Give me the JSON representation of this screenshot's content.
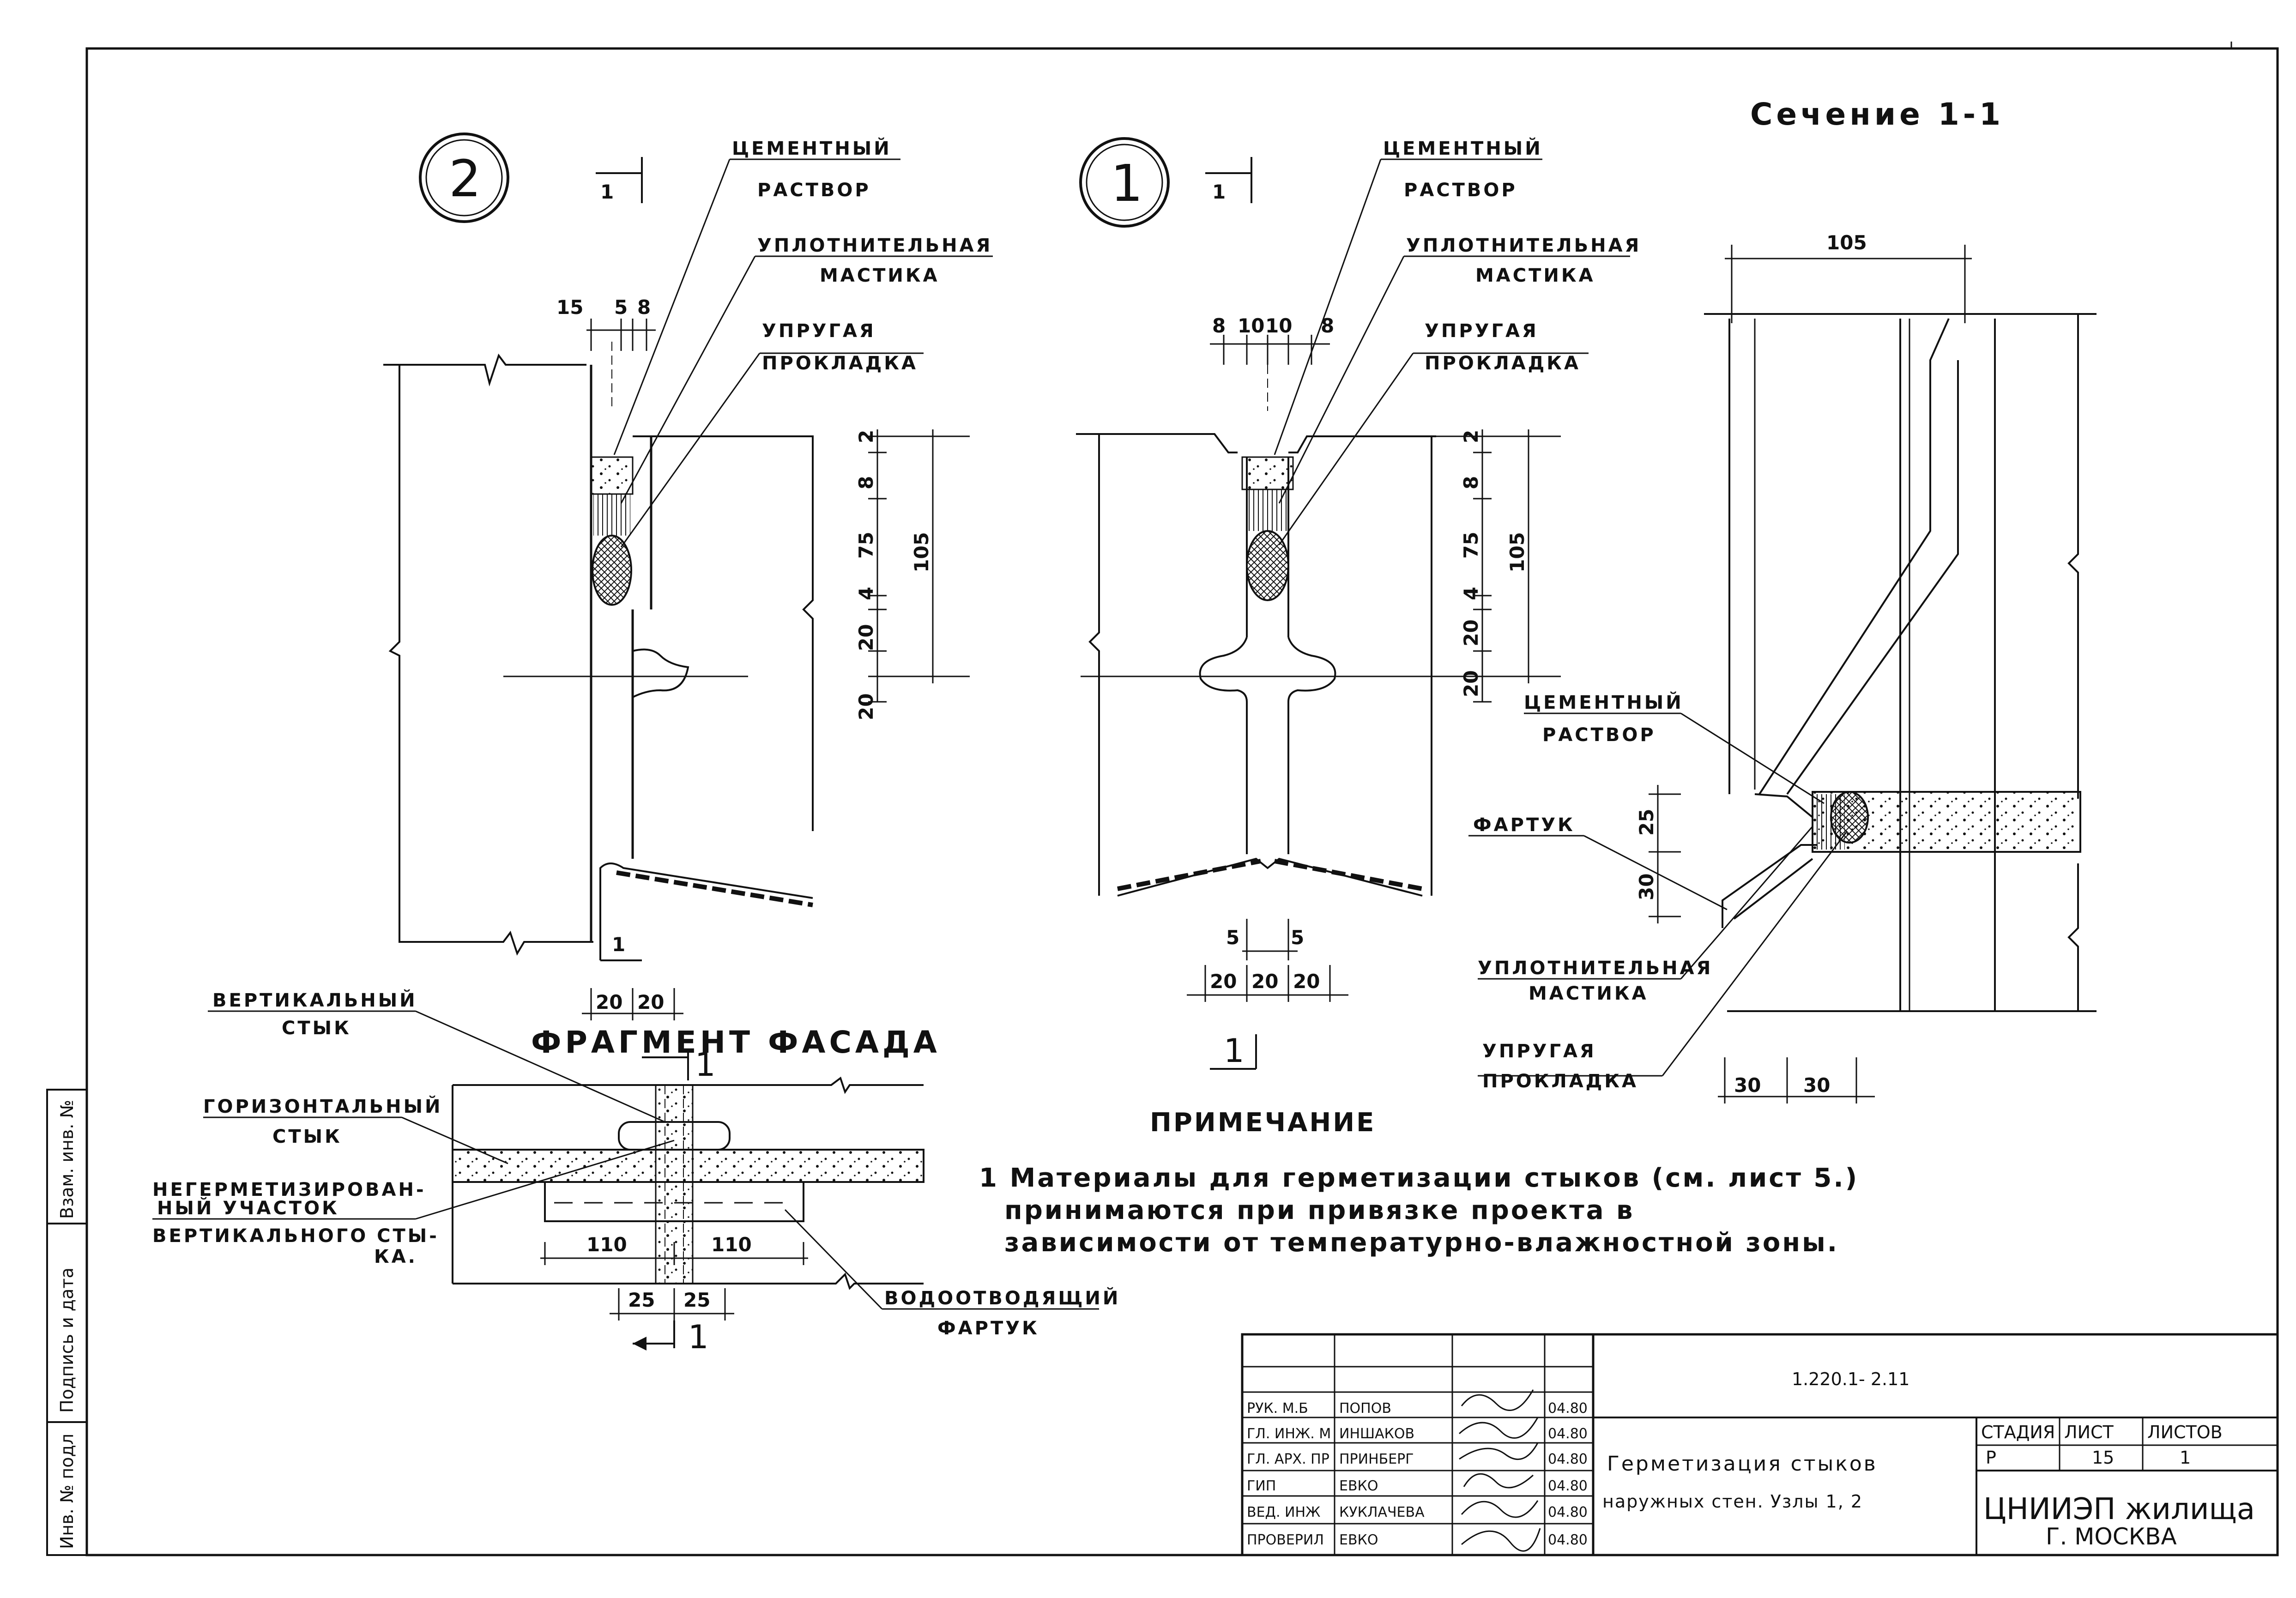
{
  "section_title": "Сечение 1-1",
  "node2": {
    "number": "2",
    "cut_mark_top": "1",
    "cut_mark_bottom": "1",
    "labels": {
      "mortar_1": "ЦЕМЕНТНЫЙ",
      "mortar_2": "РАСТВОР",
      "mastic_1": "УПЛОТНИТЕЛЬНАЯ",
      "mastic_2": "МАСТИКА",
      "gasket_1": "УПРУГАЯ",
      "gasket_2": "ПРОКЛАДКА"
    },
    "dims_top": [
      "15",
      "5",
      "8"
    ],
    "dims_right": [
      "2",
      "8",
      "75",
      "4",
      "20",
      "20",
      "105"
    ],
    "dims_bottom": [
      "20",
      "20"
    ]
  },
  "node1": {
    "number": "1",
    "cut_mark_top": "1",
    "cut_mark_bottom": "1",
    "labels": {
      "mortar_1": "ЦЕМЕНТНЫЙ",
      "mortar_2": "РАСТВОР",
      "mastic_1": "УПЛОТНИТЕЛЬНАЯ",
      "mastic_2": "МАСТИКА",
      "gasket_1": "УПРУГАЯ",
      "gasket_2": "ПРОКЛАДКА"
    },
    "dims_top": [
      "8",
      "10",
      "10",
      "8"
    ],
    "dims_right": [
      "2",
      "8",
      "75",
      "4",
      "20",
      "20",
      "105"
    ],
    "dims_bottom_small": [
      "5",
      "5"
    ],
    "dims_bottom": [
      "20",
      "20",
      "20"
    ]
  },
  "section": {
    "dims_top": "105",
    "dims_left": [
      "25",
      "30"
    ],
    "dims_bottom": [
      "30",
      "30"
    ],
    "labels": {
      "mortar_1": "ЦЕМЕНТНЫЙ",
      "mortar_2": "РАСТВОР",
      "apron": "ФАРТУК",
      "mastic_1": "УПЛОТНИТЕЛЬНАЯ",
      "mastic_2": "МАСТИКА",
      "gasket_1": "УПРУГАЯ",
      "gasket_2": "ПРОКЛАДКА"
    }
  },
  "facade": {
    "title": "ФРАГМЕНТ ФАСАДА",
    "cut_mark_top": "1",
    "cut_mark_bottom": "1",
    "labels": {
      "vertical_1": "ВЕРТИКАЛЬНЫЙ",
      "vertical_2": "СТЫК",
      "horizontal_1": "ГОРИЗОНТАЛЬНЫЙ",
      "horizontal_2": "СТЫК",
      "unsealed_1": "НЕГЕРМЕТИЗИРОВАН-",
      "unsealed_2": "НЫЙ УЧАСТОК",
      "unsealed_3": "ВЕРТИКАЛЬНОГО СТЫ-",
      "unsealed_4": "КА.",
      "drain_1": "ВОДООТВОДЯЩИЙ",
      "drain_2": "ФАРТУК"
    },
    "dims": [
      "110",
      "110",
      "25",
      "25"
    ]
  },
  "note": {
    "title": "ПРИМЕЧАНИЕ",
    "line1": "1 Материалы для герметизации стыков (см. лист 5.)",
    "line2": "принимаются при привязке проекта в",
    "line3": "зависимости от температурно-влажностной зоны."
  },
  "side_stamp": {
    "inv_podl": "Инв. № подл",
    "sign_date": "Подпись и дата",
    "vzam": "Взам. инв. №"
  },
  "title_block": {
    "doc_code": "1.220.1- 2.11",
    "rows": [
      {
        "role": "РУК. М.Б",
        "name": "ПОПОВ",
        "date": "04.80"
      },
      {
        "role": "ГЛ. ИНЖ. М",
        "name": "ИНШАКОВ",
        "date": "04.80"
      },
      {
        "role": "ГЛ. АРХ. ПР",
        "name": "ПРИНБЕРГ",
        "date": "04.80"
      },
      {
        "role": "ГИП",
        "name": "ЕВКО",
        "date": "04.80"
      },
      {
        "role": "ВЕД. ИНЖ",
        "name": "КУКЛАЧЕВА",
        "date": "04.80"
      },
      {
        "role": "ПРОВЕРИЛ",
        "name": "ЕВКО",
        "date": "04.80"
      }
    ],
    "sheet_title_1": "Герметизация стыков",
    "sheet_title_2": "наружных стен. Узлы 1, 2",
    "stage_label": "СТАДИЯ",
    "sheet_label": "ЛИСТ",
    "sheets_label": "ЛИСТОВ",
    "stage": "Р",
    "sheet": "15",
    "sheets": "1",
    "org_1": "ЦНИИЭП жилища",
    "org_2": "Г. МОСКВА"
  }
}
